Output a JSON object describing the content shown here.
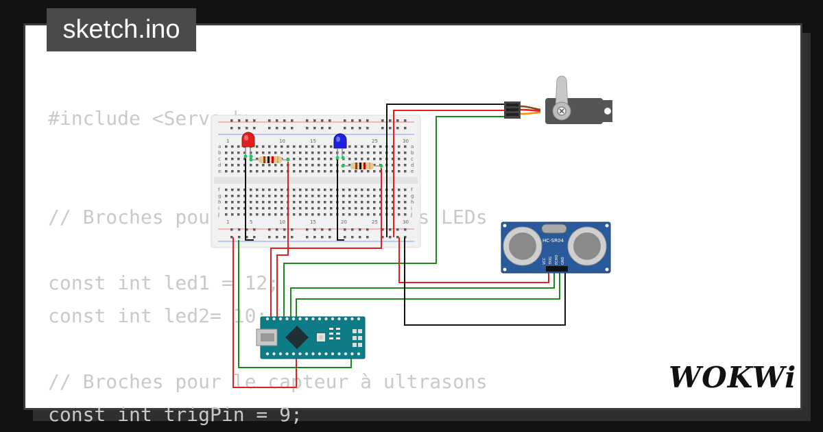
{
  "title": "sketch.ino",
  "code_lines": [
    "#include <Servo.h>",
    "",
    "",
    "// Broches pour le capteur et les LEDs",
    "",
    "const int led1 = 12;",
    "const int led2= 10;",
    "",
    "// Broches pour le capteur à ultrasons",
    "const int trigPin = 9;"
  ],
  "sensor_label": "HC-SR04",
  "sensor_pins": [
    "VCC",
    "TRIG",
    "ECHO",
    "GND"
  ],
  "breadboard_columns": [
    "1",
    "5",
    "10",
    "15",
    "20",
    "25",
    "30"
  ],
  "breadboard_rows_top": [
    "a",
    "b",
    "c",
    "d",
    "e"
  ],
  "breadboard_rows_bottom": [
    "f",
    "g",
    "h",
    "i",
    "j"
  ],
  "logo": "WOKWi",
  "colors": {
    "led1": "#e02020",
    "led2": "#2020e0",
    "wire_red": "#e81c1c",
    "wire_black": "#111111",
    "wire_green": "#1a8a1a",
    "arduino": "#0d7c86",
    "sensor": "#2a5a9a"
  }
}
